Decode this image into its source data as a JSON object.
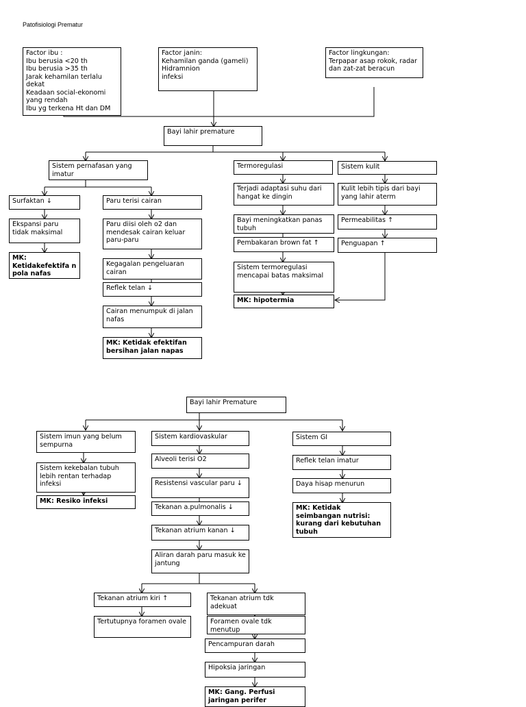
{
  "title": "Patofisiologi Prematur",
  "boxes": {
    "factor_ibu": "Factor ibu :\nIbu berusia <20 th\nIbu berusia >35 th\nJarak kehamilan terlalu dekat\nKeadaan social-ekonomi yang rendah\nIbu yg terkena Ht dan DM",
    "factor_janin": "Factor janin:\nKehamilan ganda (gameli)\nHidramnion\ninfeksi",
    "factor_lingkungan": "Factor lingkungan:\nTerpapar asap rokok, radar dan zat-zat beracun",
    "bayi_lahir_1": "Bayi lahir premature",
    "sistem_pernafasan": "Sistem pernafasan yang imatur",
    "termoregulasi": "Termoregulasi",
    "sistem_kulit": "Sistem kulit",
    "surfaktan": "Surfaktan ↓",
    "paru_terisi": "Paru terisi cairan",
    "ekspansi_paru": "Ekspansi paru tidak maksimal",
    "mk_ketidakefektifan_pola": "MK: Ketidakefektifa n pola nafas",
    "paru_diisi": "Paru diisi oleh o2 dan mendesak cairan keluar paru-paru",
    "kegagalan": "Kegagalan pengeluaran cairan",
    "reflek_telan_1": "Reflek telan ↓",
    "cairan_menumpuk": "Cairan menumpuk di jalan nafas",
    "mk_bersihan": "MK: Ketidak efektifan bersihan jalan napas",
    "adaptasi_suhu": "Terjadi adaptasi suhu dari hangat ke dingin",
    "bayi_panas": "Bayi meningkatkan panas tubuh",
    "brown_fat": "Pembakaran brown fat ↑",
    "sistem_termoregulasi": "Sistem termoregulasi mencapai batas maksimal",
    "mk_hipotermia": "MK: hipotermia",
    "kulit_tipis": "Kulit lebih tipis dari bayi yang lahir aterm",
    "permeabilitas": "Permeabilitas ↑",
    "penguapan": "Penguapan ↑",
    "bayi_lahir_2": "Bayi lahir Premature",
    "sistem_imun": "Sistem imun yang belum sempurna",
    "kekebalan": "Sistem kekebalan tubuh lebih rentan terhadap infeksi",
    "mk_infeksi": "MK: Resiko infeksi",
    "kardiovaskular": "Sistem kardiovaskular",
    "alveoli": "Alveoli terisi O2",
    "resistensi": "Resistensi vascular paru ↓",
    "tekanan_pulmonalis": "Tekanan a.pulmonalis ↓",
    "tekanan_atrium_kanan": "Tekanan atrium kanan ↓",
    "aliran_darah": "Aliran darah paru masuk ke jantung",
    "sistem_gi": "Sistem GI",
    "reflek_telan_imatur": "Reflek telan imatur",
    "daya_hisap": "Daya hisap menurun",
    "mk_nutrisi": "MK: Ketidak seimbangan nutrisi: kurang dari kebutuhan tubuh",
    "atrium_kiri": "Tekanan atrium kiri ↑",
    "tertutupnya": "Tertutupnya foramen ovale",
    "atrium_tdk": "Tekanan atrium tdk adekuat",
    "foramen_tdk": "Foramen ovale tdk menutup",
    "pencampuran": "Pencampuran darah",
    "hipoksia": "Hipoksia jaringan",
    "mk_perfusi": "MK: Gang. Perfusi jaringan perifer"
  }
}
